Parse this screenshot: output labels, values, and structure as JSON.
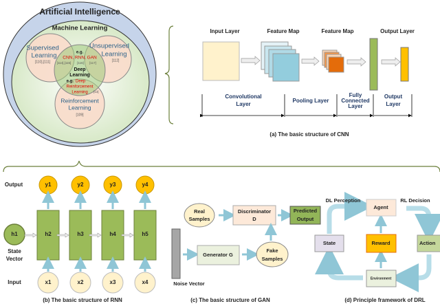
{
  "venn": {
    "ai": "Artificial Intelligence",
    "ml": "Machine Learning",
    "supervised": [
      "Supervised",
      "Learning"
    ],
    "supervised_refs": "[110],[111]",
    "unsupervised": [
      "Unsupervised",
      "Learning"
    ],
    "unsupervised_refs": "[112]",
    "reinforcement": [
      "Reinforcement",
      "Learning"
    ],
    "reinforcement_refs": "[109]",
    "eg": "e.g.",
    "dl_examples": "CNN, RNN, GAN",
    "dl_refs": [
      "[114],[115]",
      "[116]",
      "[117]"
    ],
    "deep": [
      "Deep",
      "Learning"
    ],
    "eg2": "e.g.",
    "drl_example": [
      "Deep",
      "Reinforcement",
      "Learning"
    ],
    "drl_refs": "[13]"
  },
  "cnn": {
    "input_layer": "Input Layer",
    "feature_map_1": "Feature Map",
    "feature_map_2": "Feature Map",
    "output_layer": "Output Layer",
    "conv": [
      "Convolutional",
      "Layer"
    ],
    "pool": "Pooling Layer",
    "fc": [
      "Fully",
      "Connected",
      "Layer"
    ],
    "out": [
      "Output",
      "Layer"
    ],
    "caption": "(a) The basic structure of CNN"
  },
  "rnn": {
    "output": "Output",
    "input": "Input",
    "state": [
      "State",
      "Vector"
    ],
    "h1": "h1",
    "hidden": [
      "h2",
      "h3",
      "h4",
      "h5"
    ],
    "outputs": [
      "y1",
      "y2",
      "y3",
      "y4"
    ],
    "inputs": [
      "x1",
      "x2",
      "x3",
      "x4"
    ],
    "caption": "(b) The basic structure of RNN"
  },
  "gan": {
    "real": [
      "Real",
      "Samples"
    ],
    "disc": [
      "Discriminator",
      "D"
    ],
    "pred": [
      "Predicted",
      "Output"
    ],
    "gen": "Generator G",
    "fake": [
      "Fake",
      "Samples"
    ],
    "noise": "Noise Vector",
    "caption": "(c) The basic structure of GAN"
  },
  "drl": {
    "dl_perception": "DL Perception",
    "rl_decision": "RL Decision",
    "agent": "Agent",
    "state": "State",
    "reward": "Reward",
    "action": "Action",
    "environment": "Environment",
    "caption": "(d) Principle framework of DRL"
  },
  "colors": {
    "cnn_input": "#fff2cc",
    "feature_map_blue": "#93cddd",
    "feature_map_orange": "#e46c0a",
    "fc_green": "#9bbb59",
    "output_yellow": "#ffc000",
    "label_blue": "#1f3864",
    "red_text": "#e00000",
    "arrow_blue": "#b7dde8"
  }
}
